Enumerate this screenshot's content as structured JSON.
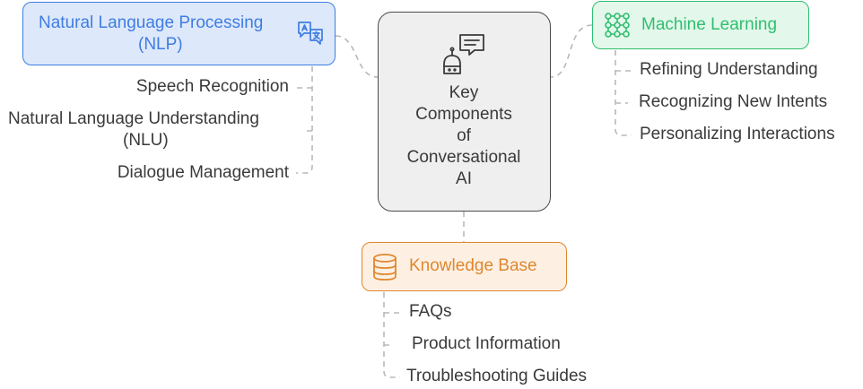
{
  "center": {
    "title_lines": [
      "Key",
      "Components",
      "of",
      "Conversational",
      "AI"
    ],
    "icon": "robot-chat-icon"
  },
  "branches": {
    "nlp": {
      "title_lines": [
        "Natural Language Processing",
        "(NLP)"
      ],
      "icon": "translate-icon",
      "color": "#3f7de0",
      "fill": "#dde8fb",
      "items": [
        {
          "label": "Speech Recognition"
        },
        {
          "label_lines": [
            "Natural Language Understanding",
            "(NLU)"
          ]
        },
        {
          "label": "Dialogue Management"
        }
      ]
    },
    "ml": {
      "title": "Machine Learning",
      "icon": "neural-grid-icon",
      "color": "#2fbf6f",
      "fill": "#e3f7eb",
      "items": [
        "Refining Understanding",
        "Recognizing New Intents",
        "Personalizing Interactions"
      ]
    },
    "kb": {
      "title": "Knowledge Base",
      "icon": "database-icon",
      "color": "#e0872f",
      "fill": "#fdf0e3",
      "items": [
        "FAQs",
        "Product Information",
        "Troubleshooting Guides"
      ]
    }
  }
}
